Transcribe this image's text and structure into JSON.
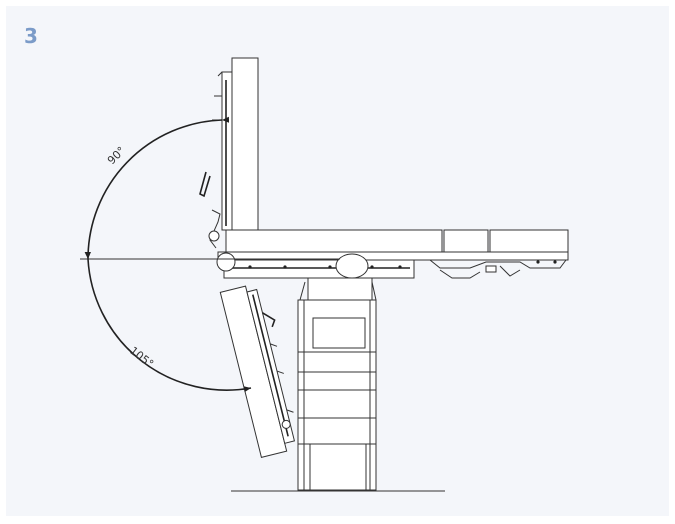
{
  "figure": {
    "number": "3"
  },
  "angles": {
    "upper": {
      "label": "90°",
      "value_deg": 90
    },
    "lower": {
      "label": "105°",
      "value_deg": 105
    }
  }
}
